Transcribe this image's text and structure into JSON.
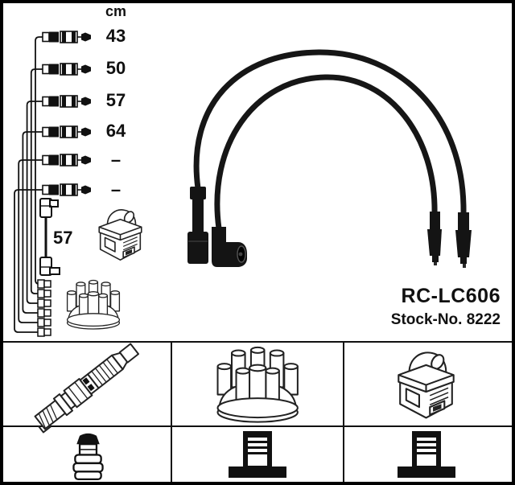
{
  "product": {
    "part_number": "RC-LC606",
    "stock_number": "Stock-No. 8222"
  },
  "length_table": {
    "unit_header": "cm",
    "rows": [
      {
        "length": "43"
      },
      {
        "length": "50"
      },
      {
        "length": "57"
      },
      {
        "length": "64"
      },
      {
        "length": "–"
      },
      {
        "length": "–"
      }
    ],
    "coil_wire_length": "57"
  },
  "legend_icons": {
    "row1": [
      "spark-plug-icon",
      "distributor-cap-icon",
      "ignition-coil-icon"
    ],
    "row2": [
      "plug-terminal-icon",
      "din-terminal-icon",
      "din-terminal-icon"
    ]
  },
  "colors": {
    "ink": "#111111",
    "background": "#ffffff",
    "wire_photo": "#161616"
  }
}
